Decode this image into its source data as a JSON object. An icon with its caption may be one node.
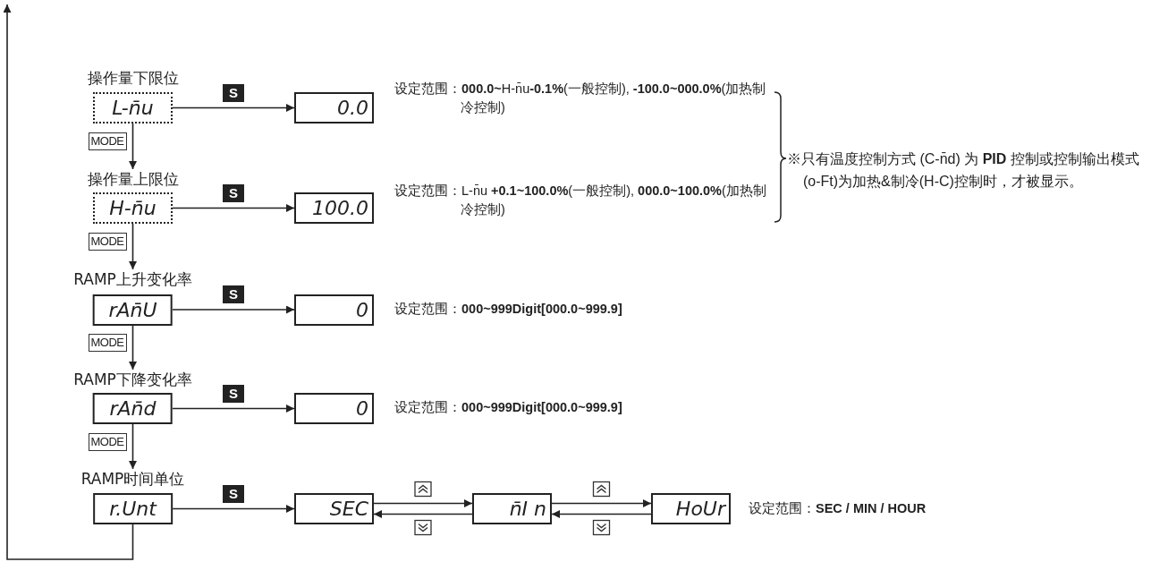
{
  "diagram": {
    "nodes": [
      {
        "text": [
          "操作量下限位",
          "L-n̄u"
        ]
      },
      {
        "text": [
          "0.0"
        ],
        "beside": [
          "设定范围：**000.0~**H-n̄u**-0.1%**(一般控制), **-100.0~000.0%**(加热制冷控制)"
        ]
      },
      {
        "text": [
          "操作量上限位",
          "H-n̄u"
        ]
      },
      {
        "text": [
          "100.0"
        ],
        "beside": [
          "设定范围：L-n̄u **+0.1~100.0%**(一般控制), **000.0~100.0%**(加热制冷控制)"
        ]
      },
      {
        "text": [
          "RAMP上升变化率",
          "rAn̄U"
        ]
      },
      {
        "text": [
          "0"
        ],
        "beside": [
          "设定范围：**000~999Digit[000.0~999.9]**"
        ]
      },
      {
        "text": [
          "RAMP下降变化率",
          "rAn̄d"
        ]
      },
      {
        "text": [
          "0"
        ],
        "beside": [
          "设定范围：**000~999Digit[000.0~999.9]**"
        ]
      },
      {
        "text": [
          "RAMP时间单位",
          "r.Unt"
        ]
      },
      {
        "text": [
          "SEC"
        ]
      },
      {
        "text": [
          "n̄I n"
        ]
      },
      {
        "text": [
          "HoUr"
        ],
        "beside": [
          "设定范围：**SEC / MIN / HOUR**"
        ]
      }
    ],
    "edges": [
      {
        "from": 0,
        "to": 1,
        "arrow": "to",
        "label": "S"
      },
      {
        "from": 0,
        "to": 2,
        "arrow": "to",
        "label": "MODE"
      },
      {
        "from": 2,
        "to": 3,
        "arrow": "to",
        "label": "S"
      },
      {
        "from": 2,
        "to": 4,
        "arrow": "to",
        "label": "MODE"
      },
      {
        "from": 4,
        "to": 5,
        "arrow": "to",
        "label": "S"
      },
      {
        "from": 4,
        "to": 6,
        "arrow": "to",
        "label": "MODE"
      },
      {
        "from": 6,
        "to": 7,
        "arrow": "to",
        "label": "S"
      },
      {
        "from": 6,
        "to": 8,
        "arrow": "to",
        "label": "MODE"
      },
      {
        "from": 8,
        "to": 9,
        "arrow": "to",
        "label": "S"
      },
      {
        "from": 9,
        "to": 10,
        "arrow": "to"
      },
      {
        "from": 10,
        "to": 9,
        "arrow": "to"
      },
      {
        "from": 10,
        "to": 11,
        "arrow": "to"
      },
      {
        "from": 11,
        "to": 10,
        "arrow": "to"
      },
      {
        "from": 8,
        "to": null,
        "arrow": "to"
      }
    ],
    "labels": [
      "※只有温度控制方式 (C-n̄d) 为 **PID** 控制或控制输出模式(o-Ft)为加热&制冷(H-C)控制时，才被显示。"
    ]
  }
}
